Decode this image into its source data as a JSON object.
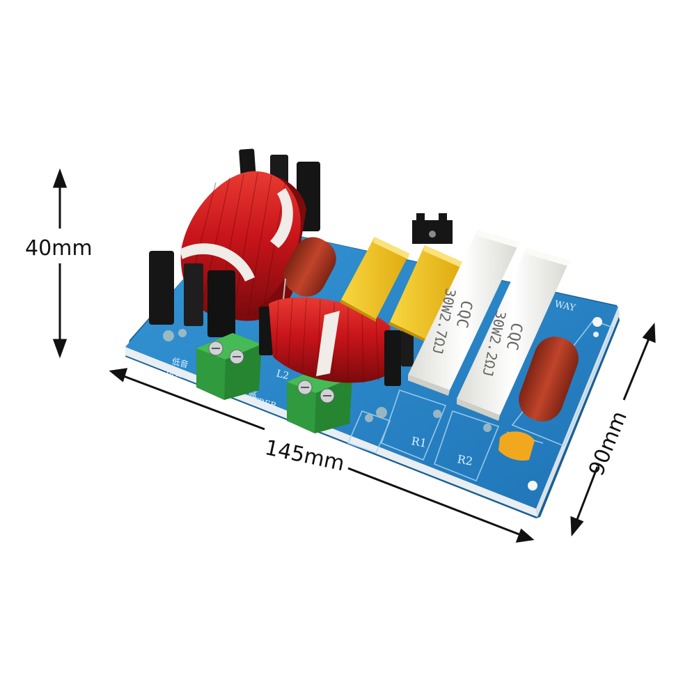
{
  "dimensions": {
    "height": "40mm",
    "length": "145mm",
    "width": "90mm"
  },
  "board": {
    "silkscreen": {
      "bass_cn": "低音",
      "bass": "BASS",
      "treble_cn": "高",
      "treble": "TREB",
      "l_label": "L2",
      "way": "WAY",
      "r1": "R1",
      "r2": "R2"
    },
    "resistors": [
      {
        "brand": "CQC",
        "rating": "30W2.7ΩJ"
      },
      {
        "brand": "CQC",
        "rating": "30W2.2ΩJ"
      }
    ]
  },
  "colors": {
    "pcb": "#2a86c8",
    "pcb_edge": "#1f6ea8",
    "copper_coil": "#c8141a",
    "terminal": "#3aa84a",
    "capacitor_yellow": "#f4c81c",
    "capacitor_red": "#a8321e",
    "resistor_white": "#f4f4f0",
    "core_black": "#151515",
    "tie": "#f0ece8"
  }
}
